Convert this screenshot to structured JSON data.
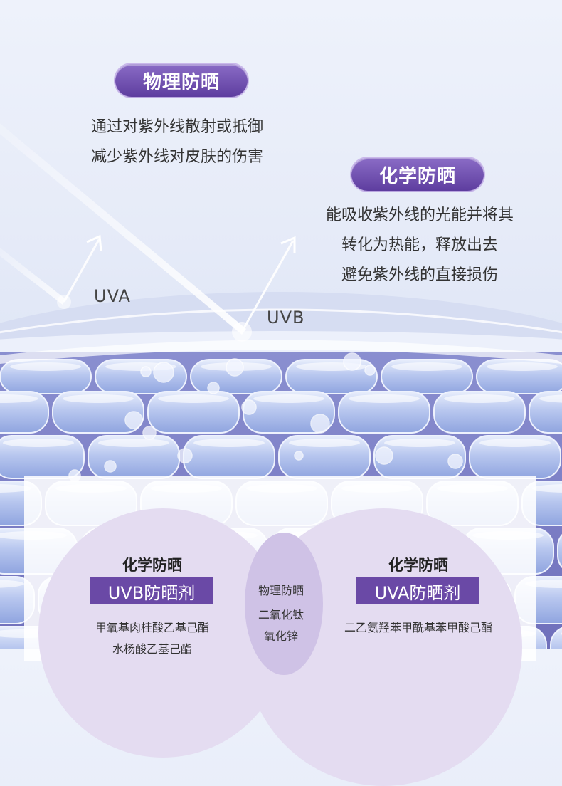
{
  "physical": {
    "pill_label": "物理防晒",
    "lines": [
      "通过对紫外线散射或抵御",
      "减少紫外线对皮肤的伤害"
    ]
  },
  "chemical": {
    "pill_label": "化学防晒",
    "lines": [
      "能吸收紫外线的光能并将其",
      "转化为热能，释放出去",
      "避免紫外线的直接损伤"
    ]
  },
  "rays": {
    "uva": "UVA",
    "uvb": "UVB"
  },
  "venn": {
    "left": {
      "title": "化学防晒",
      "badge": "UVB防晒剂",
      "items": [
        "甲氧基肉桂酸乙基己酯",
        "水杨酸乙基己酯"
      ]
    },
    "middle": {
      "items": [
        "物理防晒",
        "二氧化钛",
        "氧化锌"
      ]
    },
    "right": {
      "title": "化学防晒",
      "badge": "UVA防晒剂",
      "items": [
        "二乙氨羟苯甲酰基苯甲酸己酯"
      ]
    }
  },
  "colors": {
    "accent": "#6a49a6",
    "pill_top": "#8a6cc6",
    "pill_bottom": "#5e3d9f",
    "cell": "#a9b9e6"
  }
}
